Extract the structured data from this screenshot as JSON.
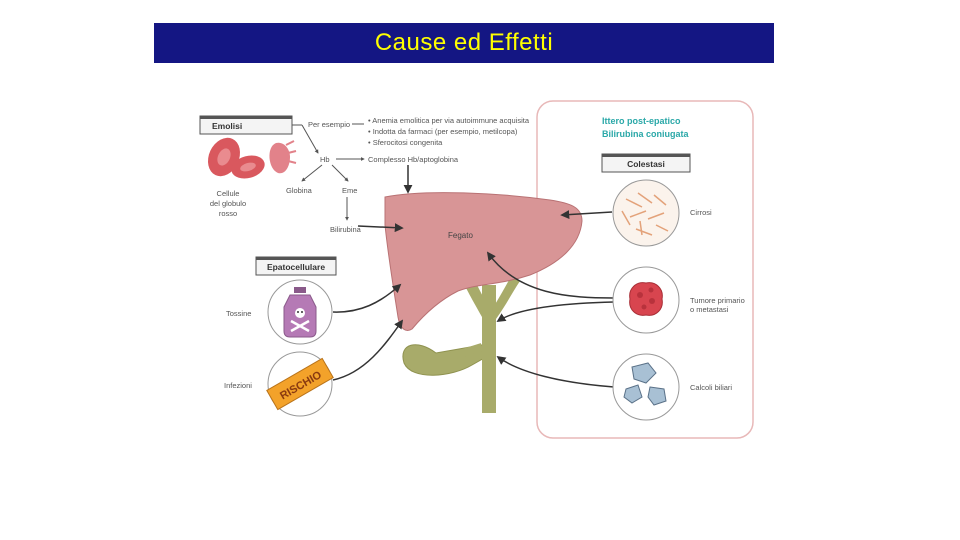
{
  "title": "Cause ed Effetti",
  "colors": {
    "title_bg": "#141683",
    "title_fg": "#ffff00",
    "liver": "#d89596",
    "duct": "#a8ab6a",
    "teal_heading": "#2aa8a8",
    "panel_border": "#e8b8b8"
  },
  "emolisi": {
    "header": "Emolisi",
    "per_esempio": "Per esempio",
    "causes": [
      "• Anemia emolitica per via autoimmune acquisita",
      "• Indotta da farmaci (per esempio, metilcopa)",
      "• Sferocitosi congenita"
    ],
    "cells_label": [
      "Cellule",
      "del globulo",
      "rosso"
    ],
    "hb": "Hb",
    "globina": "Globina",
    "eme": "Eme",
    "bilirubina": "Bilirubina",
    "complesso": "Complesso Hb/aptoglobina"
  },
  "liver_label": "Fegato",
  "epatocellulare": {
    "header": "Epatocellulare",
    "tossine": "Tossine",
    "infezioni": "Infezioni",
    "rischio": "RISCHIO"
  },
  "post_epatico": {
    "title_line1": "Ittero post-epatico",
    "title_line2": "Bilirubina coniugata",
    "colestasi": "Colestasi",
    "cirrosi": "Cirrosi",
    "tumore": [
      "Tumore primario",
      "o metastasi"
    ],
    "calcoli": "Calcoli biliari"
  }
}
